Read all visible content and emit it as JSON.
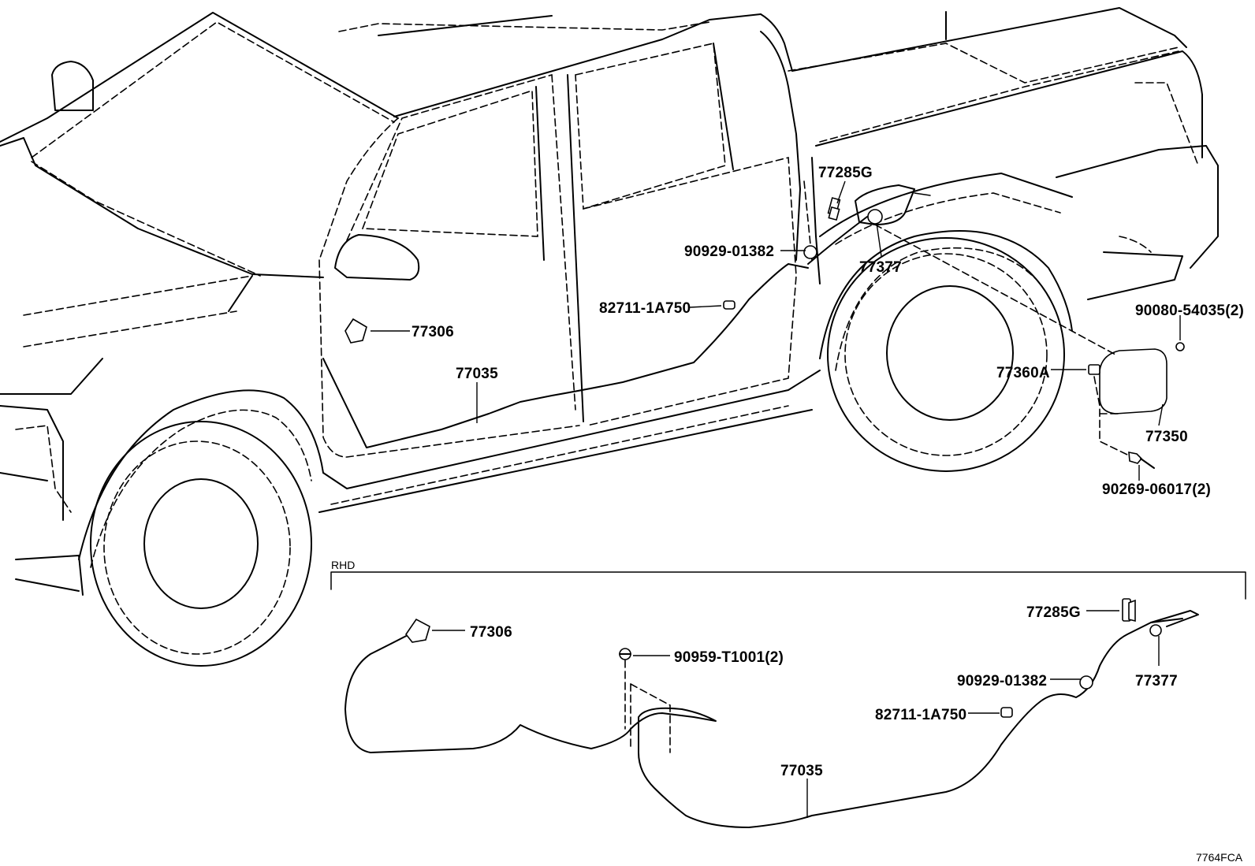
{
  "labels": {
    "p77285g_top": "77285G",
    "p90929_top": "90929-01382",
    "p77377_top": "77377",
    "p82711_top": "82711-1A750",
    "p77306_top": "77306",
    "p77035_top": "77035",
    "p90080": "90080-54035(2)",
    "p77360a": "77360A",
    "p77350": "77350",
    "p90269": "90269-06017(2)",
    "rhd": "RHD",
    "p77306_rhd": "77306",
    "p90959": "90959-T1001(2)",
    "p77285g_rhd": "77285G",
    "p90929_rhd": "90929-01382",
    "p77377_rhd": "77377",
    "p82711_rhd": "82711-1A750",
    "p77035_rhd": "77035",
    "figure_code": "7764FCA"
  }
}
